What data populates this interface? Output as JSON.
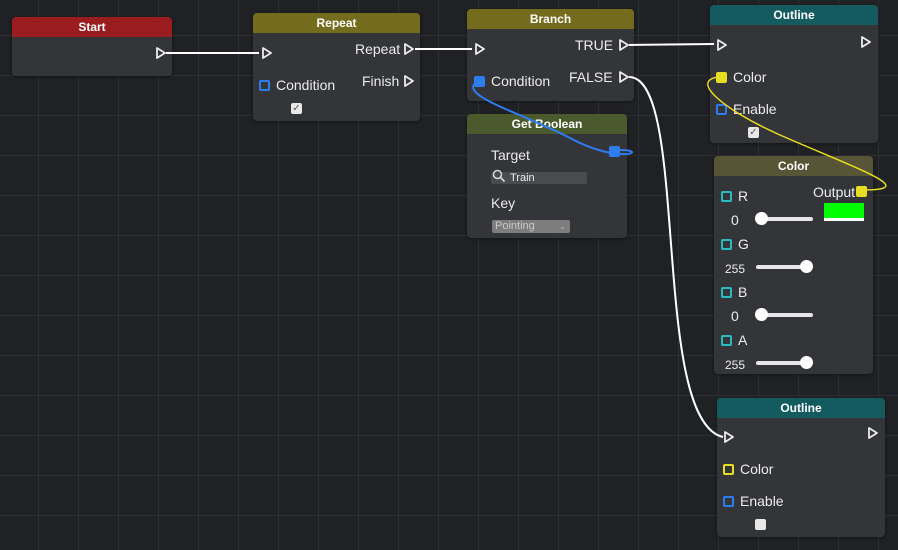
{
  "nodes": {
    "start": {
      "title": "Start",
      "color": "#9b1c1f"
    },
    "repeat": {
      "title": "Repeat",
      "color": "#746b1d",
      "repeat_label": "Repeat",
      "finish_label": "Finish",
      "condition_label": "Condition"
    },
    "branch": {
      "title": "Branch",
      "color": "#746b1d",
      "true_label": "TRUE",
      "false_label": "FALSE",
      "condition_label": "Condition"
    },
    "get_boolean": {
      "title": "Get Boolean",
      "color": "#4a5a2c",
      "target_label": "Target",
      "target_value": "Train",
      "key_label": "Key",
      "key_value": "Pointing"
    },
    "outline_top": {
      "title": "Outline",
      "color": "#145b60",
      "color_label": "Color",
      "enable_label": "Enable",
      "enabled": true
    },
    "color": {
      "title": "Color",
      "color": "#585436",
      "output_label": "Output",
      "swatch": "#00ff00",
      "channels": [
        {
          "label": "R",
          "value": "0",
          "fraction": 0
        },
        {
          "label": "G",
          "value": "255",
          "fraction": 1
        },
        {
          "label": "B",
          "value": "0",
          "fraction": 0
        },
        {
          "label": "A",
          "value": "255",
          "fraction": 1
        }
      ]
    },
    "outline_bottom": {
      "title": "Outline",
      "color": "#145b60",
      "color_label": "Color",
      "enable_label": "Enable",
      "enabled": false
    }
  },
  "colors": {
    "exec_wire": "#ffffff",
    "bool_wire": "#2d7cf0",
    "color_wire": "#e7dd21",
    "data_pin_bool": "#2d7cf0",
    "data_pin_color": "#e7dd21",
    "data_pin_number": "#27bcc3"
  },
  "icons": {
    "exec_pin": "exec-arrow-icon",
    "search": "search-icon",
    "checkmark": "checkmark-icon",
    "dropdown": "chevron-down-icon"
  }
}
